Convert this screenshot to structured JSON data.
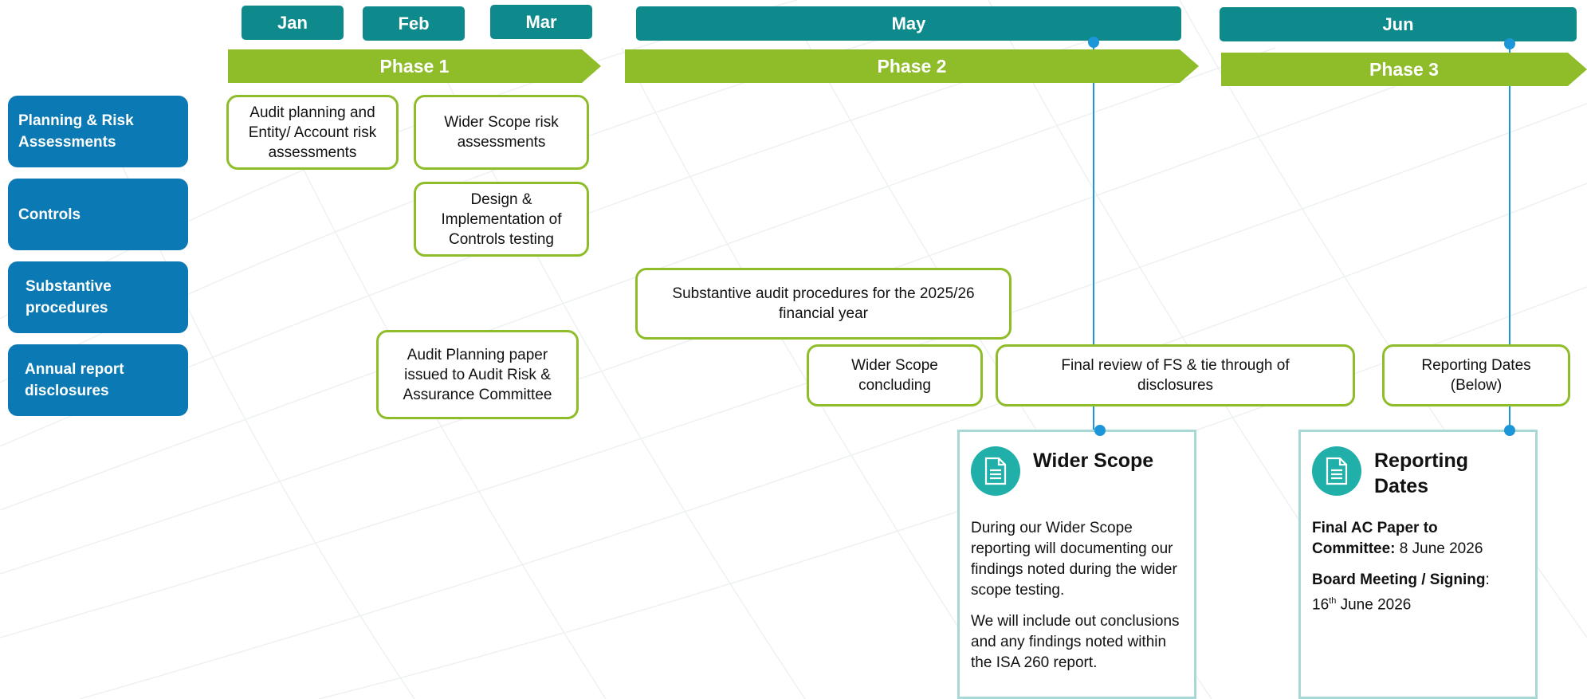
{
  "months": [
    "Jan",
    "Feb",
    "Mar",
    "May",
    "Jun"
  ],
  "phases": [
    "Phase 1",
    "Phase 2",
    "Phase 3"
  ],
  "categories": [
    "Planning & Risk Assessments",
    "Controls",
    "Substantive procedures",
    "Annual report disclosures"
  ],
  "tasks": {
    "audit_planning": "Audit planning and Entity/ Account risk assessments",
    "wider_scope_risk": "Wider Scope risk assessments",
    "design_impl": "Design & Implementation of Controls testing",
    "substantive": "Substantive audit procedures for the 2025/26 financial year",
    "wider_scope_concluding": "Wider Scope concluding",
    "final_review": "Final review of FS & tie through of disclosures",
    "reporting_dates": "Reporting Dates (Below)",
    "audit_paper": "Audit Planning paper issued to Audit Risk & Assurance Committee"
  },
  "wider_scope_card": {
    "title": "Wider Scope",
    "para1": "During our Wider Scope reporting will documenting our findings noted during the wider scope testing.",
    "para2": "We will include out conclusions and any findings noted within the ISA 260 report."
  },
  "reporting_card": {
    "title": "Reporting Dates",
    "item1_label": "Final AC Paper to Committee:",
    "item1_value": " 8 June 2026",
    "item2_label": "Board Meeting / Signing",
    "item2_colon": ": ",
    "item2_day": "16",
    "item2_sup": "th",
    "item2_rest": " June 2026"
  },
  "colors": {
    "month_teal": "#0f8a8c",
    "phase_green": "#8ebd29",
    "category_blue": "#0a79b4",
    "connector_blue": "#1b96d9",
    "card_border": "#a7d8d6",
    "icon_teal": "#20b0a9"
  }
}
